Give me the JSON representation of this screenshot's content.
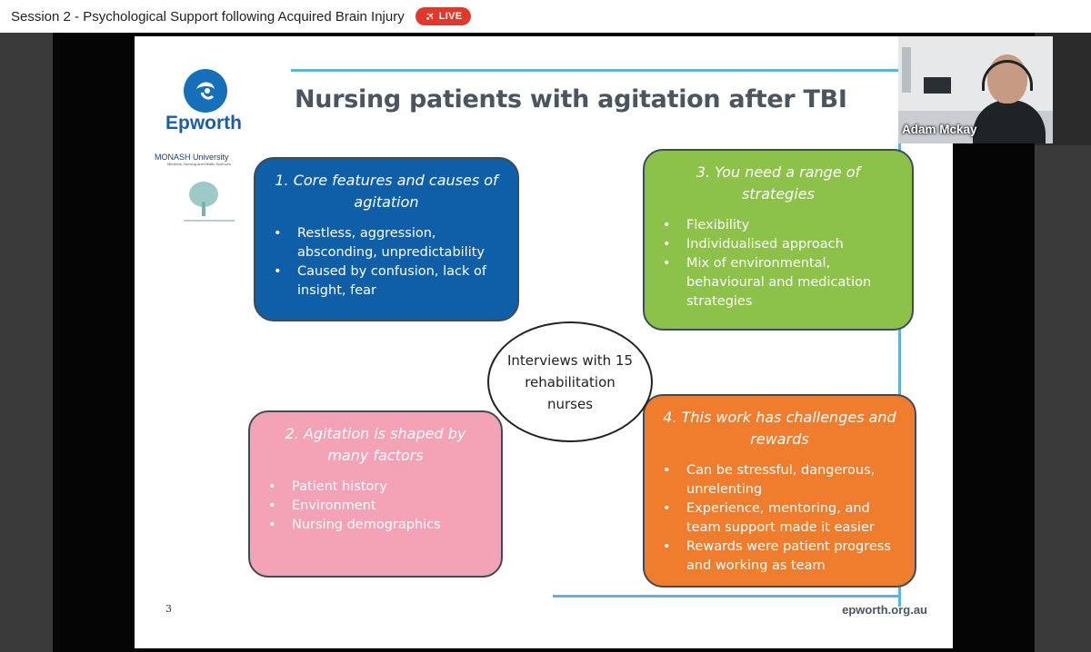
{
  "header": {
    "title": "Session 2 - Psychological Support following Acquired Brain Injury",
    "live_label": "LIVE"
  },
  "slide": {
    "logo_text": "Epworth",
    "partner_logo": "MONASH University",
    "partner_sub": "Medicine, Nursing and Health Sciences",
    "title": "Nursing patients with agitation after TBI",
    "boxes": [
      {
        "heading": "1. Core features and causes of agitation",
        "bullets": [
          "Restless, aggression, absconding, unpredictability",
          "Caused by confusion, lack of insight, fear"
        ]
      },
      {
        "heading": "2. Agitation is shaped by many factors",
        "bullets": [
          "Patient history",
          "Environment",
          "Nursing demographics"
        ]
      },
      {
        "heading": "3. You need a range of strategies",
        "bullets": [
          "Flexibility",
          "Individualised approach",
          "Mix of environmental, behavioural and medication strategies"
        ]
      },
      {
        "heading": "4. This work has challenges and rewards",
        "bullets": [
          "Can be stressful, dangerous, unrelenting",
          "Experience, mentoring, and team support made it easier",
          "Rewards were patient progress and working as team"
        ]
      }
    ],
    "center_text": "Interviews with 15 rehabilitation nurses",
    "page_number": "3",
    "footer_site": "epworth.org.au"
  },
  "video": {
    "speaker_name": "Adam Mckay"
  },
  "colors": {
    "live": "#e0392b",
    "box1": "#0f5fa8",
    "box2": "#f4a3b6",
    "box3": "#8dc24a",
    "box4": "#f07d2e",
    "accent_line": "#5fb3e0"
  },
  "icons": {
    "live": "broadcast-icon"
  }
}
